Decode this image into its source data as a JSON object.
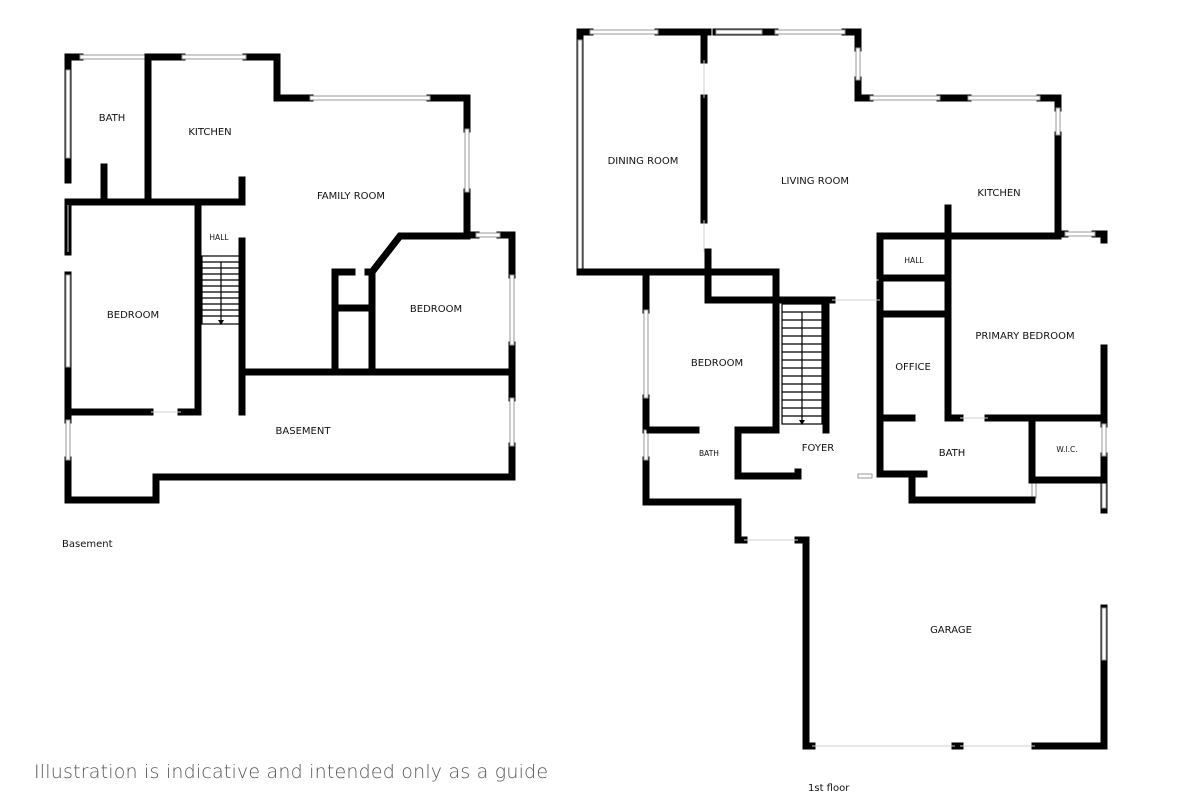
{
  "basement": {
    "floor_label": "Basement",
    "rooms": {
      "bath": "BATH",
      "kitchen": "KITCHEN",
      "family_room": "FAMILY ROOM",
      "hall": "HALL",
      "bedroom_left": "BEDROOM",
      "bedroom_right": "BEDROOM",
      "basement": "BASEMENT"
    }
  },
  "first_floor": {
    "floor_label": "1st floor",
    "rooms": {
      "dining_room": "DINING ROOM",
      "living_room": "LIVING ROOM",
      "kitchen": "KITCHEN",
      "hall": "HALL",
      "primary_bedroom": "PRIMARY BEDROOM",
      "bedroom": "BEDROOM",
      "office": "OFFICE",
      "foyer": "FOYER",
      "bath_small": "BATH",
      "bath": "BATH",
      "wic": "W.I.C.",
      "garage": "GARAGE"
    }
  },
  "disclaimer": "Illustration is indicative and intended only as a guide"
}
